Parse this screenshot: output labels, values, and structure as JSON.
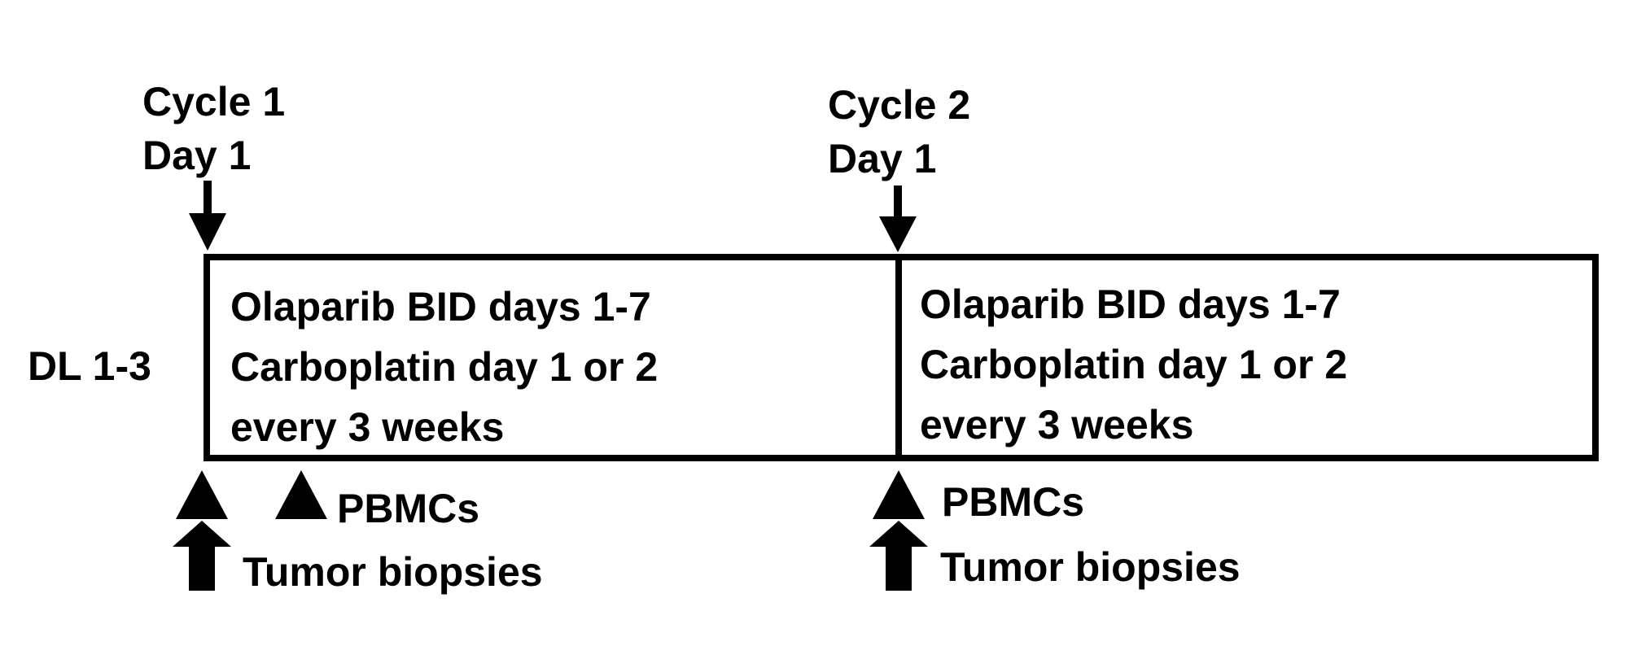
{
  "cycles": [
    {
      "cycle_label": "Cycle 1",
      "day_label": "Day 1"
    },
    {
      "cycle_label": "Cycle 2",
      "day_label": "Day 1"
    }
  ],
  "row_label": "DL 1-3",
  "treatment_boxes": [
    {
      "lines": [
        "Olaparib BID days 1-7",
        "Carboplatin day 1 or 2",
        "every 3 weeks"
      ]
    },
    {
      "lines": [
        "Olaparib BID days 1-7",
        "Carboplatin day 1 or 2",
        "every 3 weeks"
      ]
    }
  ],
  "markers": {
    "pbmcs_label": "PBMCs",
    "biopsy_label": "Tumor biopsies"
  },
  "colors": {
    "ink": "#000000",
    "background": "#ffffff"
  }
}
